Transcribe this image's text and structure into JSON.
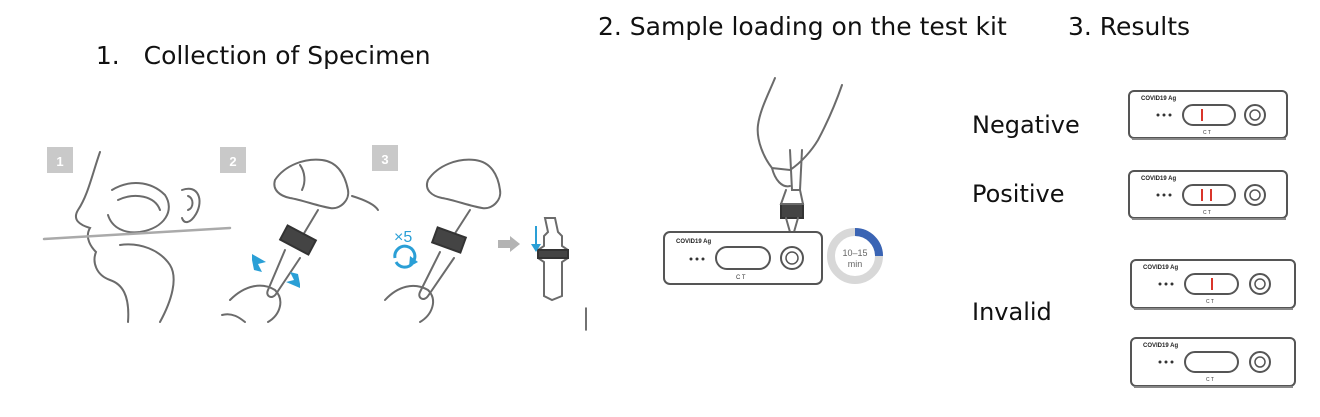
{
  "sections": {
    "collection": {
      "number": "1.",
      "title": "Collection of Specimen"
    },
    "loading": {
      "title": "2. Sample loading on the test kit"
    },
    "results": {
      "title": "3. Results"
    }
  },
  "collection_steps": [
    "1",
    "2",
    "3"
  ],
  "rotation_label": "×5",
  "timer": {
    "range": "10–15",
    "unit": "min"
  },
  "kit_label": "COVID19 Ag",
  "cassette_marks": "C  T",
  "results": {
    "negative": "Negative",
    "positive": "Positive",
    "invalid": "Invalid"
  },
  "colors": {
    "accent_blue": "#2a9fd6",
    "timer_blue": "#3a64b4",
    "control_red": "#d9352b",
    "step_box": "#c9c9c9"
  }
}
